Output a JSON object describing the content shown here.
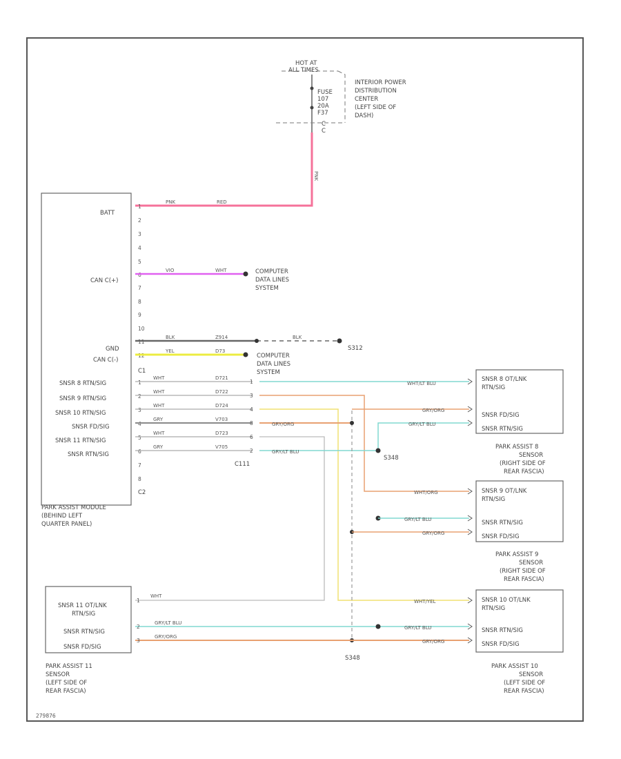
{
  "fuse_block": {
    "hot_label_1": "HOT AT",
    "hot_label_2": "ALL TIMES",
    "fuse_1": "FUSE",
    "fuse_2": "107",
    "fuse_3": "20A",
    "fuse_4": "F37",
    "conn_1": "C",
    "conn_2": "C",
    "desc_1": "INTERIOR POWER",
    "desc_2": "DISTRIBUTION",
    "desc_3": "CENTER",
    "desc_4": "(LEFT SIDE OF",
    "desc_5": "DASH)",
    "wire_color": "PNK"
  },
  "module": {
    "batt": "BATT",
    "can_h": "CAN C(+)",
    "gnd": "GND",
    "can_l": "CAN C(-)",
    "c1": "C1",
    "c2": "C2",
    "pins_top": [
      "1",
      "2",
      "3",
      "4",
      "5",
      "6",
      "7",
      "8",
      "9",
      "10",
      "11",
      "12"
    ],
    "sensor_labels": [
      "SNSR 8 RTN/SIG",
      "SNSR 9 RTN/SIG",
      "SNSR 10 RTN/SIG",
      "SNSR FD/SIG",
      "SNSR 11 RTN/SIG",
      "SNSR RTN/SIG"
    ],
    "pins_bottom": [
      "1",
      "2",
      "3",
      "4",
      "5",
      "6",
      "7",
      "8"
    ],
    "name_1": "PARK ASSIST MODULE",
    "name_2": "(BEHIND LEFT",
    "name_3": "QUARTER PANEL)"
  },
  "wires": {
    "batt_1": "PNK",
    "batt_2": "RED",
    "canh_1": "VIO",
    "canh_2": "WHT",
    "gnd_1": "BLK",
    "gnd_2": "Z914",
    "canl_1": "YEL",
    "canl_2": "D73",
    "gnd_right": "BLK",
    "gnd_splice": "S312",
    "s_colors": [
      "WHT",
      "WHT",
      "WHT",
      "GRY",
      "WHT",
      "GRY"
    ],
    "s_circuits": [
      "D721",
      "D722",
      "D724",
      "V703",
      "D723",
      "V705"
    ],
    "c_pins": [
      "1",
      "3",
      "4",
      "8",
      "6",
      "2"
    ],
    "conn_c111": "C111"
  },
  "computer_1": [
    "COMPUTER",
    "DATA LINES",
    "SYSTEM"
  ],
  "computer_2": [
    "COMPUTER",
    "DATA LINES",
    "SYSTEM"
  ],
  "right_wires": {
    "w1": "WHT/LT BLU",
    "w2": "GRY/ORG",
    "w3": "GRY/LT BLU",
    "w4": "WHT/ORG",
    "w5": "GRY/LT BLU",
    "w6": "GRY/ORG",
    "w7": "WHT/YEL",
    "w8": "GRY/LT BLU",
    "w9": "GRY/ORG",
    "mid_1": "GRY/ORG",
    "mid_2": "GRY/LT BLU"
  },
  "splices": {
    "s1": "S348",
    "s2": "S348"
  },
  "sensor_r1": {
    "p1": "SNSR 8 OT/LNK RTN/SIG",
    "p1a": "SNSR 8 OT/LNK",
    "p1b": "RTN/SIG",
    "p2": "SNSR FD/SIG",
    "p3": "SNSR RTN/SIG",
    "name": [
      "PARK ASSIST 8",
      "SENSOR",
      "(RIGHT SIDE OF",
      "REAR FASCIA)"
    ]
  },
  "sensor_r2": {
    "p1a": "SNSR 9 OT/LNK",
    "p1b": "RTN/SIG",
    "p2": "SNSR RTN/SIG",
    "p3": "SNSR FD/SIG",
    "name": [
      "PARK ASSIST 9",
      "SENSOR",
      "(RIGHT SIDE OF",
      "REAR FASCIA)"
    ]
  },
  "sensor_r3": {
    "p1a": "SNSR 10 OT/LNK",
    "p1b": "RTN/SIG",
    "p2": "SNSR RTN/SIG",
    "p3": "SNSR FD/SIG",
    "name": [
      "PARK ASSIST 10",
      "SENSOR",
      "(LEFT SIDE OF",
      "REAR FASCIA)"
    ]
  },
  "sensor_l": {
    "p1a": "SNSR 11 OT/LNK",
    "p1b": "RTN/SIG",
    "p2": "SNSR RTN/SIG",
    "p3": "SNSR FD/SIG",
    "w1": "WHT",
    "w2": "GRY/LT BLU",
    "w3": "GRY/ORG",
    "name": [
      "PARK ASSIST 11",
      "SENSOR",
      "(LEFT SIDE OF",
      "REAR FASCIA)"
    ]
  },
  "footer_code": "279876",
  "colors": {
    "pink": "#f5729a",
    "violet": "#e060f0",
    "yellow": "#ecec40",
    "cyan": "#80d8d0",
    "orange": "#e8a070",
    "lightyellow": "#f0e070",
    "gray": "#888888"
  }
}
